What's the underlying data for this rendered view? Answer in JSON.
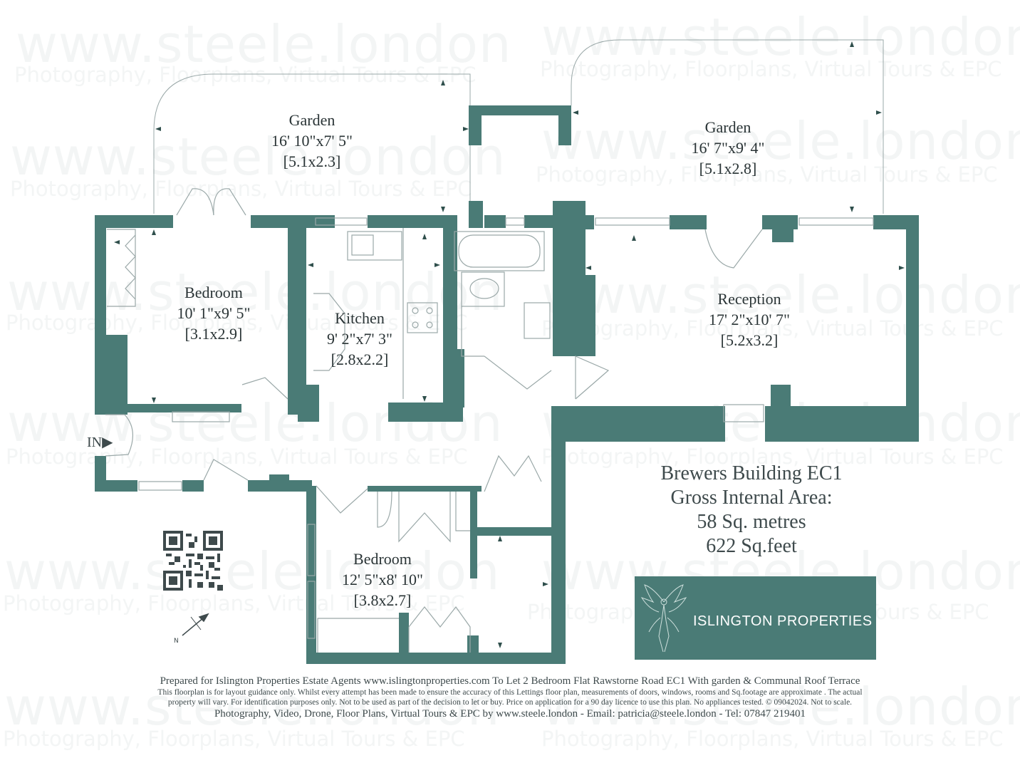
{
  "watermark": {
    "url": "www.steele.london",
    "tagline": "Photography, Floorplans, Virtual Tours & EPC"
  },
  "rooms": [
    {
      "id": "garden-left",
      "name": "Garden",
      "dims_imperial": "16' 10\"x7' 5\"",
      "dims_metric": "[5.1x2.3]"
    },
    {
      "id": "garden-right",
      "name": "Garden",
      "dims_imperial": "16' 7\"x9' 4\"",
      "dims_metric": "[5.1x2.8]"
    },
    {
      "id": "bedroom-1",
      "name": "Bedroom",
      "dims_imperial": "10' 1\"x9' 5\"",
      "dims_metric": "[3.1x2.9]"
    },
    {
      "id": "kitchen",
      "name": "Kitchen",
      "dims_imperial": "9' 2\"x7' 3\"",
      "dims_metric": "[2.8x2.2]"
    },
    {
      "id": "reception",
      "name": "Reception",
      "dims_imperial": "17' 2\"x10' 7\"",
      "dims_metric": "[5.2x3.2]"
    },
    {
      "id": "bedroom-2",
      "name": "Bedroom",
      "dims_imperial": "12' 5\"x8' 10\"",
      "dims_metric": "[3.8x2.7]"
    }
  ],
  "entrance_label": "IN",
  "summary": {
    "building": "Brewers Building EC1",
    "gia_label": "Gross Internal Area:",
    "sq_metres": "58 Sq. metres",
    "sq_feet": "622 Sq.feet"
  },
  "logo": {
    "text": "ISLINGTON PROPERTIES"
  },
  "colors": {
    "wall": "#4a7b76",
    "fixture": "#9aa8a8",
    "text": "#3e4a4c"
  },
  "footer": {
    "line1": "Prepared for Islington Properties Estate Agents  www.islingtonproperties.com  To Let 2 Bedroom Flat Rawstorne Road EC1 With garden & Communal Roof Terrace",
    "line2": "This floorplan is for layout guidance only. Whilst every attempt has been made to ensure the accuracy of this  Lettings floor plan, measurements of doors, windows, rooms and Sq.footage are approximate . The actual",
    "line3": "property will vary.  For identification purposes only.  Not to be used as part of the decision to  let or buy. Price on application for a 90 day licence to use this plan. No appliances tested. © 09042024. Not to scale.",
    "line4": "Photography,  Video,  Drone,  Floor Plans,  Virtual Tours  &  EPC   by    www.steele.london  -  Email: patricia@steele.london  -  Tel: 07847 219401"
  }
}
